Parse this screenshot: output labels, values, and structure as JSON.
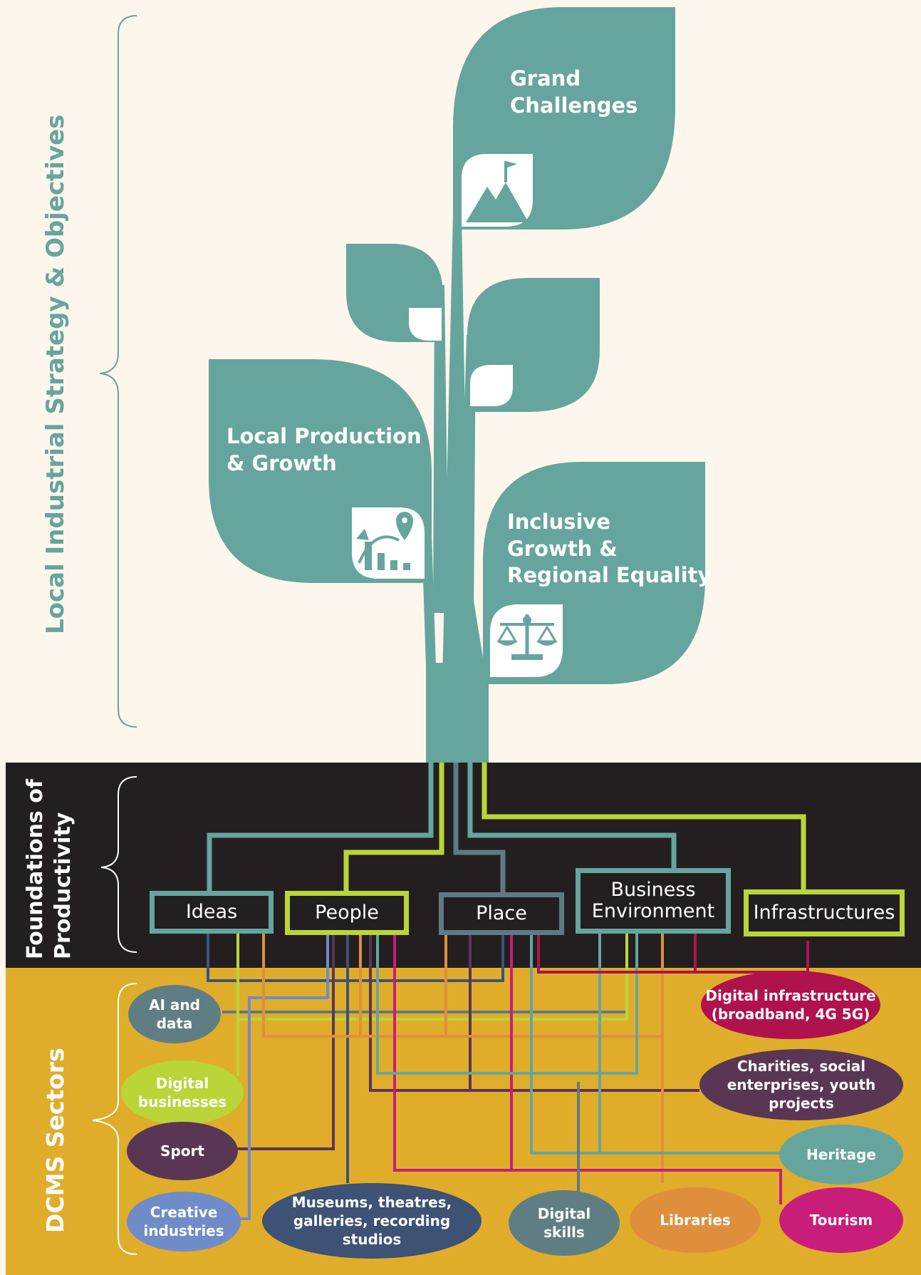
{
  "labels": {
    "strategy": "Local Industrial Strategy & Objectives",
    "foundations": "Foundations of\nProductivity",
    "sectors": "DCMS Sectors"
  },
  "leaves": {
    "grand": "Grand\nChallenges",
    "local": "Local Production\n& Growth",
    "inclusive": "Inclusive\nGrowth &\nRegional Equality"
  },
  "icons": {
    "grand": "mountain-flag-icon",
    "local": "growth-chart-location-icon",
    "inclusive": "scales-icon"
  },
  "foundations": [
    {
      "key": "ideas",
      "label": "Ideas",
      "color": "#66a59d"
    },
    {
      "key": "people",
      "label": "People",
      "color": "#b9d538"
    },
    {
      "key": "place",
      "label": "Place",
      "color": "#5d7b83"
    },
    {
      "key": "business",
      "label": "Business\nEnvironment",
      "color": "#66a59d"
    },
    {
      "key": "infrastructures",
      "label": "Infrastructures",
      "color": "#b9d538"
    }
  ],
  "sectors": [
    {
      "key": "ai",
      "label": "AI and\ndata",
      "color": "#5f7e84"
    },
    {
      "key": "digital-businesses",
      "label": "Digital\nbusinesses",
      "color": "#b9d538"
    },
    {
      "key": "sport",
      "label": "Sport",
      "color": "#5a3655"
    },
    {
      "key": "creative",
      "label": "Creative\nindustries",
      "color": "#6f8cc8"
    },
    {
      "key": "museums",
      "label": "Museums, theatres,\ngalleries, recording studios",
      "color": "#3e5275"
    },
    {
      "key": "digital-skills",
      "label": "Digital\nskills",
      "color": "#5f7e84"
    },
    {
      "key": "libraries",
      "label": "Libraries",
      "color": "#df8f3c"
    },
    {
      "key": "tourism",
      "label": "Tourism",
      "color": "#c81e79"
    },
    {
      "key": "heritage",
      "label": "Heritage",
      "color": "#66a59d"
    },
    {
      "key": "charities",
      "label": "Charities, social\nenterprises, youth\nprojects",
      "color": "#5a3655"
    },
    {
      "key": "digital-infra",
      "label": "Digital infrastructure\n(broadband, 4G 5G)",
      "color": "#b0124d"
    }
  ],
  "colors": {
    "background": "#fdf6ec",
    "teal": "#66a59d",
    "dark_band": "#231f20",
    "mustard_band": "#e0ad2b",
    "lime": "#b9d538"
  }
}
